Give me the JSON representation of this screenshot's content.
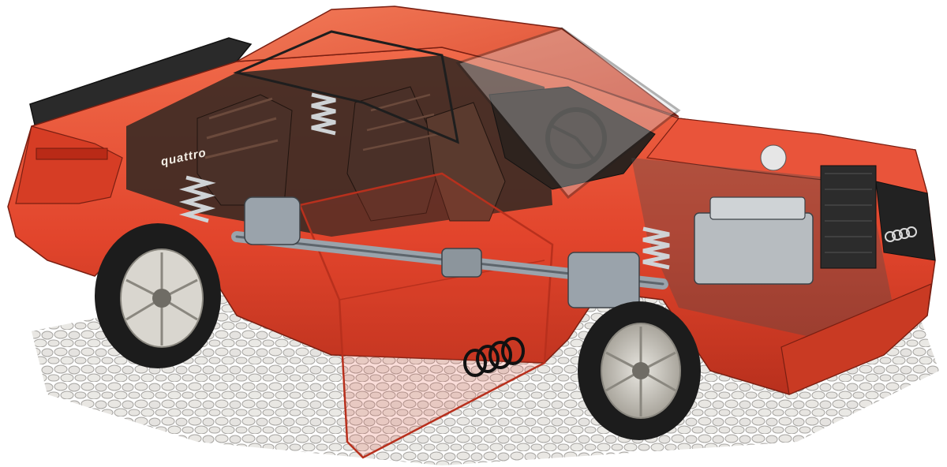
{
  "image": {
    "subject": "audi-quattro-cutaway-illustration",
    "badge_text": "quattro",
    "colors": {
      "body_red": "#e2452c",
      "body_red_dark": "#b8301d",
      "body_red_light": "#f06a4a",
      "interior_dark": "#3a2a24",
      "seat_brown": "#4a3028",
      "metal": "#9aa3ab",
      "metal_dark": "#5d656c",
      "tire": "#1c1c1c",
      "wheel_silver": "#d9d6cf",
      "cobble_fill": "#e6e4e0",
      "cobble_stroke": "#9c9a96",
      "glass": "#cfd6d8",
      "spoiler": "#2a2a2a"
    },
    "icons": [
      "audi-rings-logo",
      "coil-spring-icon",
      "wheel-icon"
    ]
  }
}
